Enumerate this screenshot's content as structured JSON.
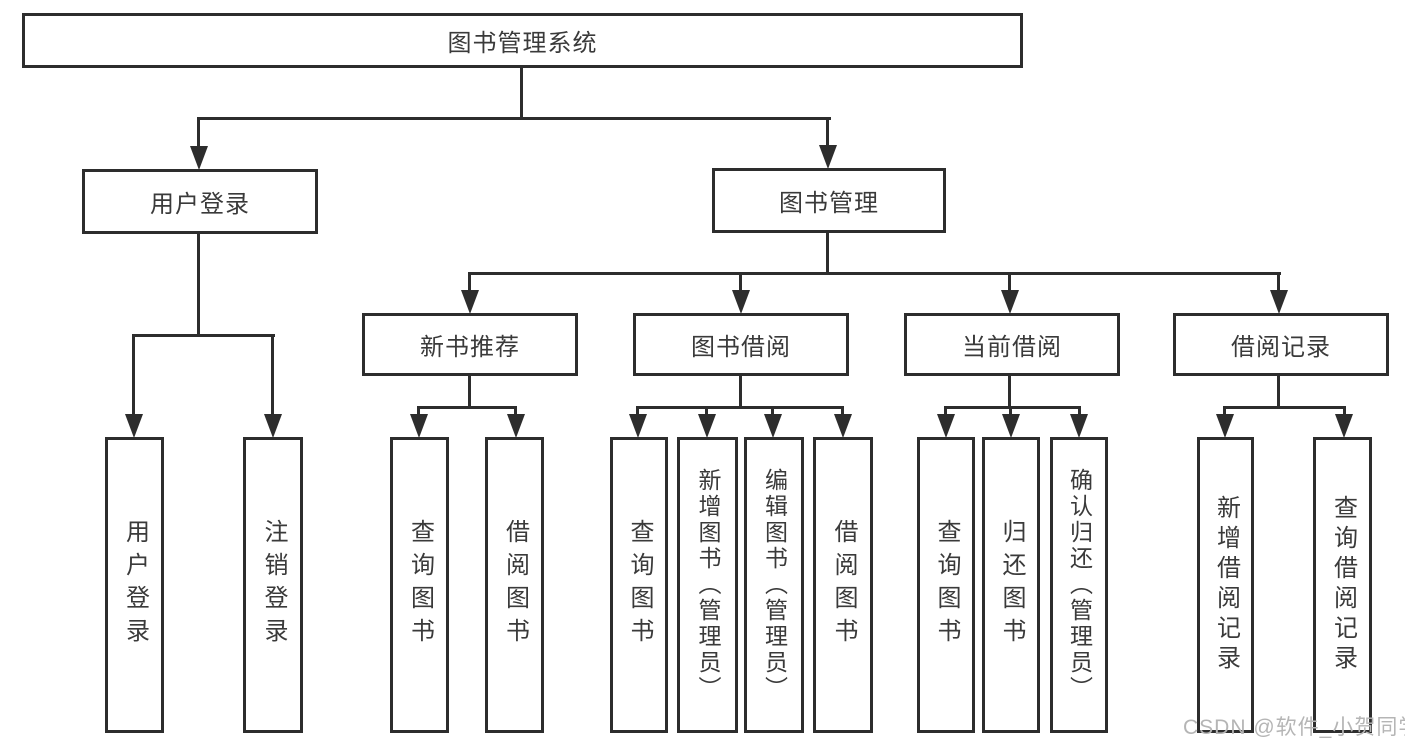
{
  "diagram": {
    "root": {
      "label": "图书管理系统"
    },
    "level2": [
      {
        "label": "用户登录"
      },
      {
        "label": "图书管理"
      }
    ],
    "level3": [
      {
        "label": "新书推荐"
      },
      {
        "label": "图书借阅"
      },
      {
        "label": "当前借阅"
      },
      {
        "label": "借阅记录"
      }
    ],
    "leaves": [
      {
        "label": "用户登录"
      },
      {
        "label": "注销登录"
      },
      {
        "label": "查询图书"
      },
      {
        "label": "借阅图书"
      },
      {
        "label": "查询图书"
      },
      {
        "label": "新增图书（管理员）"
      },
      {
        "label": "编辑图书（管理员）"
      },
      {
        "label": "借阅图书"
      },
      {
        "label": "查询图书"
      },
      {
        "label": "归还图书"
      },
      {
        "label": "确认归还（管理员）"
      },
      {
        "label": "新增借阅记录"
      },
      {
        "label": "查询借阅记录"
      }
    ]
  },
  "watermark": {
    "text": "CSDN @软件_小贺同学"
  },
  "colors": {
    "line": "#2d2d2d",
    "text": "#3a3a3a",
    "background": "#ffffff",
    "watermark": "#b5b5b5"
  }
}
